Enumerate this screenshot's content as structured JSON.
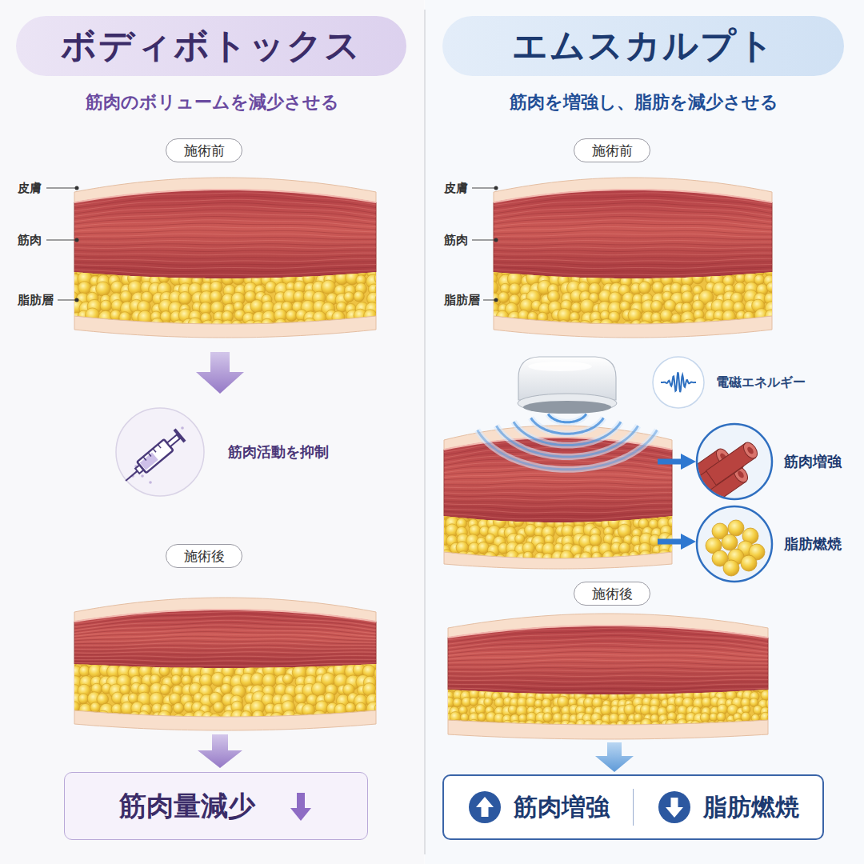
{
  "diagram": {
    "nodes": [
      {
        "text": [
          "ボディボトックス"
        ]
      },
      {
        "text": [
          "施術前"
        ]
      },
      {
        "text": [
          "筋肉活動を抑制"
        ]
      },
      {
        "text": [
          "施術後"
        ]
      },
      {
        "text": [
          "筋肉量減少"
        ]
      },
      {
        "text": [
          "エムスカルプト"
        ]
      },
      {
        "text": [
          "施術前"
        ]
      },
      {
        "text": [
          "電磁エネルギー"
        ]
      },
      {
        "text": [
          "筋肉増強"
        ]
      },
      {
        "text": [
          "脂肪燃焼"
        ]
      },
      {
        "text": [
          "施術後"
        ]
      },
      {
        "text": [
          "筋肉増強",
          "脂肪燃焼"
        ]
      }
    ],
    "labels": [
      "筋肉のボリュームを減少させる",
      "皮膚",
      "筋肉",
      "脂肪層",
      "筋肉を増強し、脂肪を減少させる",
      "皮膚",
      "筋肉",
      "脂肪層"
    ]
  }
}
